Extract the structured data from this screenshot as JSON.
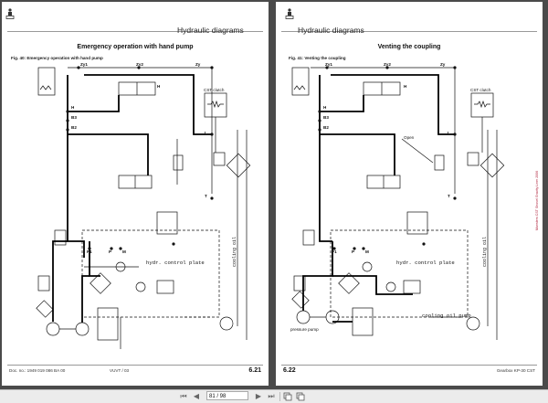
{
  "left_page": {
    "header_title": "Hydraulic diagrams",
    "figure_title": "Emergency operation with hand pump",
    "figure_caption": "Fig. 40:  Emergency operation with hand pump",
    "labels": {
      "zy1": "Zy1",
      "zy2": "Zy2",
      "zy": "Zy",
      "h_top": "H",
      "h_side": "H",
      "b3": "B3",
      "b2": "B2",
      "l": "L",
      "t": "T",
      "p1": "P1",
      "p": "P",
      "m": "M",
      "cst_clutch": "CST clutch"
    },
    "control_plate": "hydr. control plate",
    "cooling_oil": "cooling oil",
    "doc_no": "Doc. no.: 1949 019 086 BA 00",
    "doc_code": "VUVT / 03",
    "page_number": "6.21"
  },
  "right_page": {
    "header_title": "Hydraulic diagrams",
    "figure_title": "Venting the coupling",
    "figure_caption": "Fig. 41:  Venting the coupling",
    "labels": {
      "zy1": "Zy1",
      "zy2": "Zy2",
      "zy": "Zy",
      "h_top": "H",
      "h_side": "H",
      "b3": "B3",
      "b2": "B2",
      "l": "L",
      "t": "T",
      "p1": "P1",
      "p": "P",
      "m": "M",
      "cst_clutch": "CST clutch",
      "open": "Open"
    },
    "control_plate": "hydr. control plate",
    "cooling_oil": "cooling oil",
    "pressure_pump": "pressure pump",
    "cooling_oil_pump": "cooling oil pump",
    "page_number": "6.22",
    "product": "Gearbox KP-30 CST",
    "sidebar_text": "Munsters CST Shovel Gravity Liner 2006"
  },
  "toolbar": {
    "page_input": "81 / 98",
    "icons": [
      "first-page-icon",
      "prev-page-icon",
      "next-page-icon",
      "last-page-icon",
      "copy-icon",
      "copy-icon-2"
    ]
  },
  "colors": {
    "background": "#4a4a4a",
    "page": "#ffffff",
    "sidebar_text": "#b0203a"
  }
}
